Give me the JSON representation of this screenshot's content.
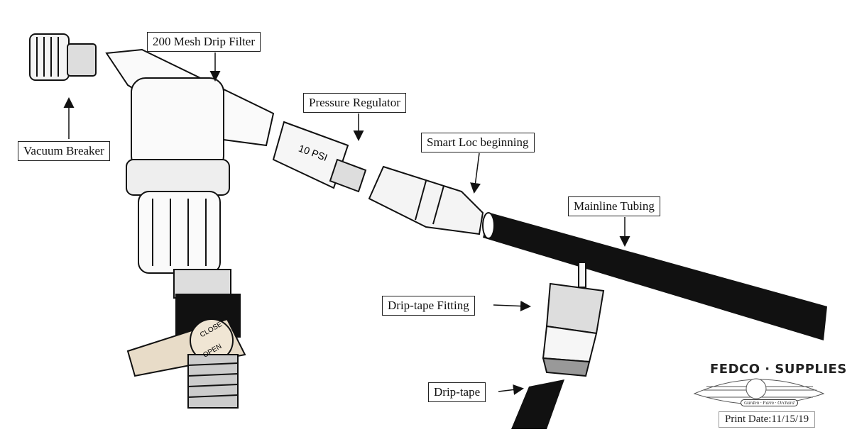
{
  "labels": {
    "mesh_filter": "200 Mesh Drip Filter",
    "vacuum_breaker": "Vacuum Breaker",
    "pressure_regulator": "Pressure Regulator",
    "smart_loc": "Smart Loc beginning",
    "mainline": "Mainline Tubing",
    "drip_tape_fitting": "Drip-tape Fitting",
    "drip_tape": "Drip-tape"
  },
  "part_markings": {
    "regulator": "10 PSI",
    "valve_close": "CLOSE",
    "valve_open": "OPEN"
  },
  "logo": {
    "title": "FEDCO · SUPPLIES",
    "tagline": "Garden · Farm · Orchard"
  },
  "print_date": "Print Date:11/15/19"
}
